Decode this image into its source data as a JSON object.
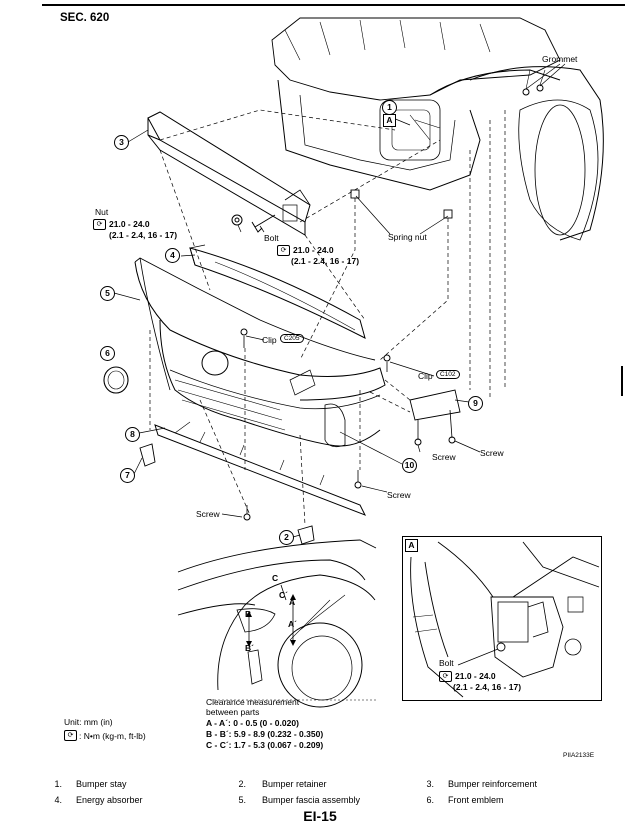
{
  "section": "SEC. 620",
  "labels": {
    "grommet": "Grommet",
    "spring_nut": "Spring nut",
    "nut": "Nut",
    "bolt": "Bolt",
    "clip": "Clip",
    "clip_code_1": "C205",
    "clip_code_2": "C102",
    "screw": "Screw"
  },
  "torque": {
    "value": "21.0 - 24.0",
    "alt": "(2.1 - 2.4, 16 - 17)"
  },
  "callouts": [
    "1",
    "2",
    "3",
    "4",
    "5",
    "6",
    "7",
    "8",
    "9",
    "10"
  ],
  "view_marker": "A",
  "clearance": {
    "title_line1": "Clearance measurement",
    "title_line2": "between parts",
    "rows": [
      "A - A´: 0 - 0.5 (0 - 0.020)",
      "B - B´: 5.9 - 8.9 (0.232 - 0.350)",
      "C - C´: 1.7 - 5.3 (0.067 - 0.209)"
    ],
    "letters": [
      "A",
      "A´",
      "B",
      "B´",
      "C",
      "C´"
    ]
  },
  "units": {
    "line1": "Unit: mm (in)",
    "line2": ": N•m (kg-m, ft-lb)"
  },
  "figure_code": "PIIA2133E",
  "legend": [
    {
      "num": "1.",
      "name": "Bumper stay"
    },
    {
      "num": "2.",
      "name": "Bumper retainer"
    },
    {
      "num": "3.",
      "name": "Bumper reinforcement"
    },
    {
      "num": "4.",
      "name": "Energy absorber"
    },
    {
      "num": "5.",
      "name": "Bumper fascia assembly"
    },
    {
      "num": "6.",
      "name": "Front emblem"
    }
  ],
  "page_number": "EI-15"
}
